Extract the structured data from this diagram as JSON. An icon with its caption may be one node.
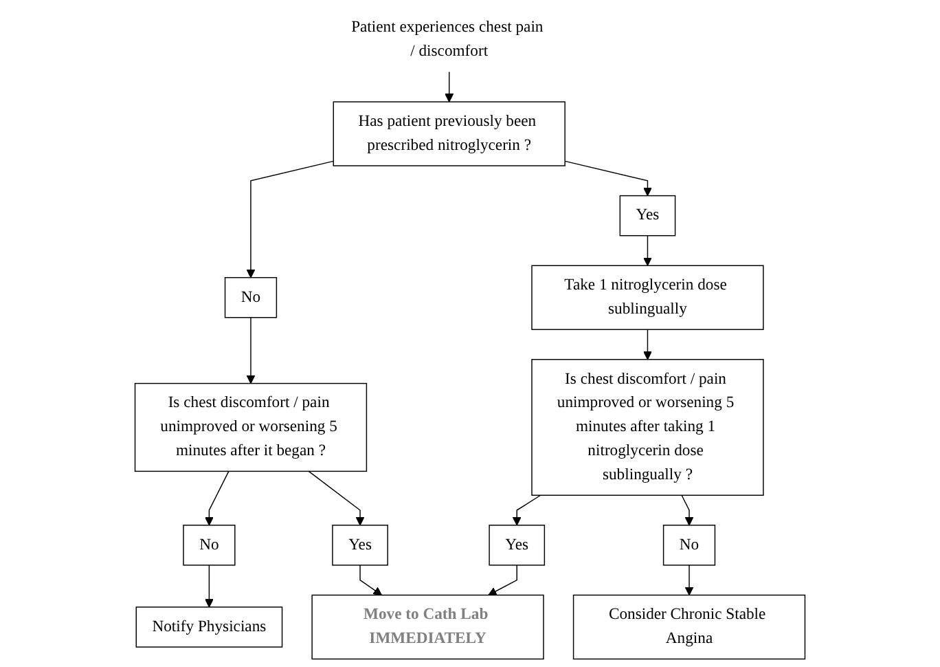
{
  "diagram": {
    "nodes": [
      {
        "text": [
          "Patient experiences chest pain / discomfort"
        ]
      },
      {
        "text": [
          "Has patient previously been prescribed nitroglycerin ?"
        ]
      },
      {
        "text": [
          "No"
        ]
      },
      {
        "text": [
          "Yes"
        ]
      },
      {
        "text": [
          "Is chest discomfort / pain unimproved or worsening 5 minutes after it began ?"
        ]
      },
      {
        "text": [
          "Take 1 nitroglycerin dose sublingually"
        ]
      },
      {
        "text": [
          "No"
        ]
      },
      {
        "text": [
          "Yes"
        ]
      },
      {
        "text": [
          "Is chest discomfort / pain unimproved or worsening 5 minutes after taking 1 nitroglycerin dose sublingually ?"
        ]
      },
      {
        "text": [
          "Notify Physicians"
        ]
      },
      {
        "text": [
          "Move to Cath Lab IMMEDIATELY"
        ]
      },
      {
        "text": [
          "Yes"
        ]
      },
      {
        "text": [
          "No"
        ]
      },
      {
        "text": [
          "Consider Chronic Stable Angina"
        ]
      }
    ],
    "edges": [
      {
        "from": 0,
        "to": 1,
        "arrow": "to"
      },
      {
        "from": 1,
        "to": 2,
        "arrow": "to"
      },
      {
        "from": 1,
        "to": 3,
        "arrow": "to"
      },
      {
        "from": 2,
        "to": 4,
        "arrow": "to"
      },
      {
        "from": 3,
        "to": 5,
        "arrow": "to"
      },
      {
        "from": 4,
        "to": 6,
        "arrow": "to"
      },
      {
        "from": 4,
        "to": 7,
        "arrow": "to"
      },
      {
        "from": 5,
        "to": 8,
        "arrow": "to"
      },
      {
        "from": 6,
        "to": 9,
        "arrow": "to"
      },
      {
        "from": 7,
        "to": 10,
        "arrow": "to"
      },
      {
        "from": 8,
        "to": 11,
        "arrow": "to"
      },
      {
        "from": 8,
        "to": 12,
        "arrow": "to"
      },
      {
        "from": 11,
        "to": 10,
        "arrow": "to"
      },
      {
        "from": 12,
        "to": 13,
        "arrow": "to"
      }
    ]
  }
}
